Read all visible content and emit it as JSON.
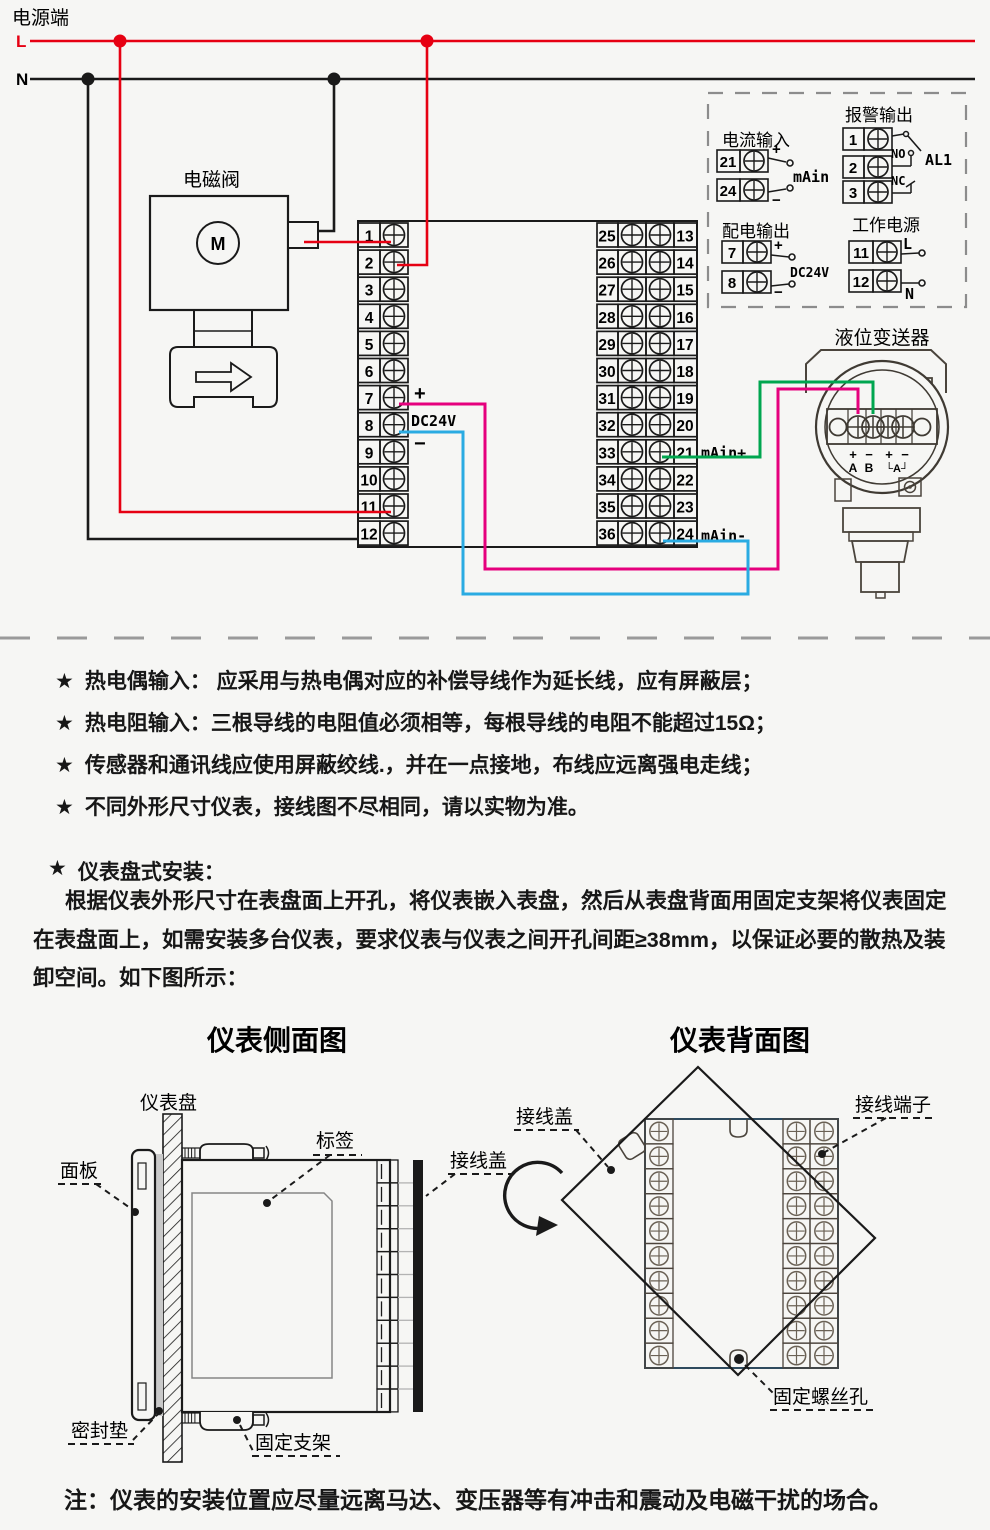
{
  "colors": {
    "live": "#e60012",
    "neutral": "#1a1a1a",
    "signal_pink": "#e5007d",
    "signal_green": "#00a64f",
    "signal_blue": "#2aabe2"
  },
  "wiring": {
    "power_label": "电源端",
    "l": "L",
    "n": "N",
    "solenoid_label": "电磁阀",
    "motor": "M",
    "left_terminals": [
      "1",
      "2",
      "3",
      "4",
      "5",
      "6",
      "7",
      "8",
      "9",
      "10",
      "11",
      "12"
    ],
    "mid_left_terminals": [
      "25",
      "26",
      "27",
      "28",
      "29",
      "30",
      "31",
      "32",
      "33",
      "34",
      "35",
      "36"
    ],
    "mid_right_terminals": [
      "13",
      "14",
      "15",
      "16",
      "17",
      "18",
      "19",
      "20",
      "21",
      "22",
      "23",
      "24"
    ],
    "plus": "+",
    "minus": "−",
    "dc24v": "DC24V",
    "main_plus": "mAin+",
    "main_minus": "mAin-",
    "current_input": {
      "title": "电流输入",
      "t_top": "21",
      "t_bot": "24",
      "plus": "+",
      "minus": "−",
      "label": "mAin"
    },
    "alarm_output": {
      "title": "报警输出",
      "t1": "1",
      "t2": "2",
      "t3": "3",
      "no": "NO",
      "nc": "NC",
      "al": "AL1"
    },
    "dist_output": {
      "title": "配电输出",
      "t_top": "7",
      "t_bot": "8",
      "plus": "+",
      "minus": "−",
      "label": "DC24V"
    },
    "work_power": {
      "title": "工作电源",
      "t_top": "11",
      "t_bot": "12",
      "l": "L",
      "n": "N"
    },
    "transmitter": {
      "title": "液位变送器",
      "s1": "+",
      "s2": "−",
      "s3": "+",
      "s4": "−",
      "a": "A",
      "b": "B",
      "bracket": "└A┘"
    }
  },
  "notes": {
    "star": "★",
    "bullets": [
      "热电偶输入： 应采用与热电偶对应的补偿导线作为延长线，应有屏蔽层；",
      "热电阻输入：三根导线的电阻值必须相等，每根导线的电阻不能超过15Ω；",
      "传感器和通讯线应使用屏蔽绞线.，并在一点接地，布线应远离强电走线；",
      "不同外形尺寸仪表，接线图不尽相同，请以实物为准。"
    ],
    "mount_heading": "仪表盘式安装：",
    "paragraph": "根据仪表外形尺寸在表盘面上开孔，将仪表嵌入表盘，然后从表盘背面用固定支架将仪表固定在表盘面上，如需安装多台仪表，要求仪表与仪表之间开孔间距≥38mm，以保证必要的散热及装卸空间。如下图所示：",
    "bottom_note": "注：仪表的安装位置应尽量远离马达、变压器等有冲击和震动及电磁干扰的场合。"
  },
  "side_view": {
    "title": "仪表侧面图",
    "labels": {
      "panel_board": "仪表盘",
      "tag": "标签",
      "cover": "接线盖",
      "face": "面板",
      "seal": "密封垫",
      "bracket": "固定支架"
    }
  },
  "back_view": {
    "title": "仪表背面图",
    "labels": {
      "cover": "接线盖",
      "terminal": "接线端子",
      "hole": "固定螺丝孔"
    }
  }
}
